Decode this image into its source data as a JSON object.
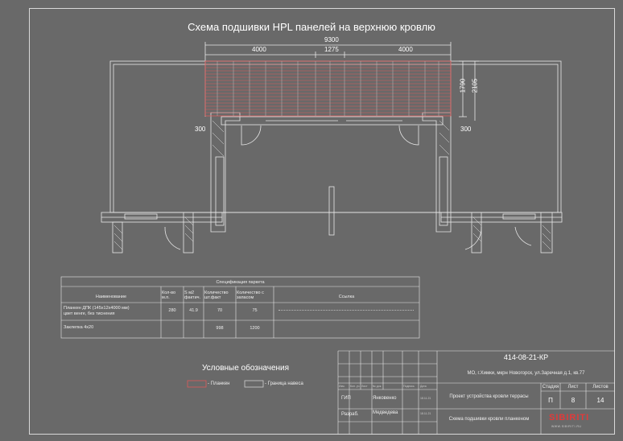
{
  "drawing": {
    "title": "Схема подшивки HPL панелей на верхнюю кровлю",
    "dimensions": {
      "total_width": "9300",
      "left_span": "4000",
      "center_span": "1275",
      "right_span": "4000",
      "depth_inner": "1790",
      "depth_outer": "2105",
      "left_offset": "300",
      "right_offset": "300"
    }
  },
  "spec_table": {
    "caption": "Спецификация паркета",
    "headers": [
      "Наименование",
      "Кол-во м.п.",
      "S м2 фактич.",
      "Количество шт.факт",
      "Количество с запасом",
      "Ссылка"
    ],
    "rows": [
      {
        "name_line1": "Планкен ДПК (145x12x4000 мм)",
        "name_line2": "цвет венге, без тиснения",
        "qty_mp": "280",
        "area": "41.9",
        "qty_fact": "70",
        "qty_reserve": "75"
      },
      {
        "name_line1": "Заклепка 4x20",
        "name_line2": "",
        "qty_mp": "",
        "area": "",
        "qty_fact": "998",
        "qty_reserve": "1200"
      }
    ]
  },
  "legend": {
    "title": "Условные обозначения",
    "items": [
      {
        "label": "- Планкен",
        "color": "#e05a5a"
      },
      {
        "label": "- Граница навеса",
        "color": "#cfcfcf"
      }
    ]
  },
  "title_block": {
    "code": "414-08-21-КР",
    "address": "МО, г.Химки, мкрн Новогорск, ул.Заречная д.1, кв.77",
    "col_heads": [
      "Изм.",
      "Кол. уч.",
      "Лист",
      "№ док.",
      "Подпись",
      "Дата"
    ],
    "role1": "ГИП",
    "person1": "Янковенко",
    "date1": "18.11.21",
    "role2": "Разраб.",
    "person2": "Медведева",
    "date2": "18.11.21",
    "project": "Проект устройства кровли террасы",
    "sheet_name": "Схема подшивки кровли планкеном",
    "stage_label": "Стадия",
    "stage": "П",
    "sheet_label": "Лист",
    "sheet_no": "8",
    "sheets_label": "Листов",
    "sheets_total": "14",
    "logo": "SIBIRITI",
    "logo_sub": "WWW.SIBIRITI.RU"
  },
  "colors": {
    "background": "#696969",
    "lines": "#e8e8e8",
    "planken": "#e05a5a"
  }
}
